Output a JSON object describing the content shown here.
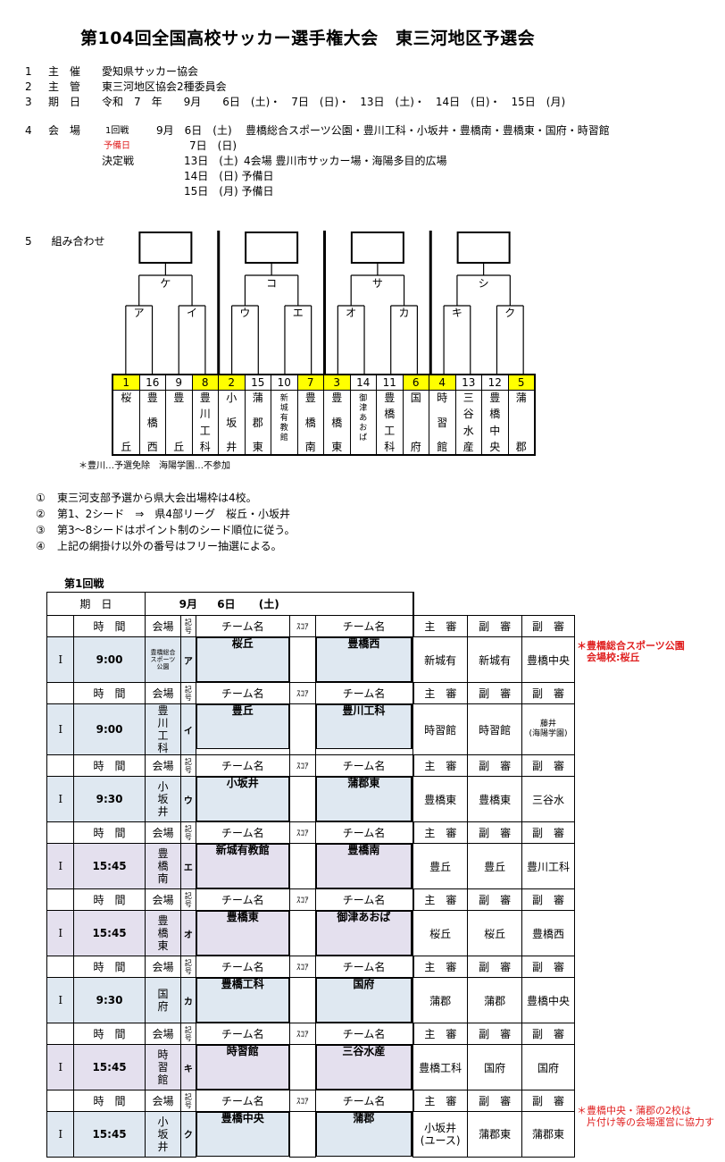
{
  "title": "第104回全国高校サッカー選手権大会　東三河地区予選会",
  "info": [
    {
      "num": "1",
      "label": "主　催",
      "value": "愛知県サッカー協会"
    },
    {
      "num": "2",
      "label": "主　管",
      "value": "東三河地区協会2種委員会"
    },
    {
      "num": "3",
      "label": "期　日",
      "value": "令和　7　年　　9月　　6日　(土)・　7日　(日)・　13日　(土)・　14日　(日)・　15日　(月)"
    }
  ],
  "venue": {
    "num": "4",
    "label": "会　場",
    "round1_label": "1回戦",
    "round1_date": "9月　6日　(土)",
    "round1_places": "豊橋総合スポーツ公園・豊川工科・小坂井・豊橋南・豊橋東・国府・時習館",
    "reserve_label": "予備日",
    "reserve_date": "7日　(日)",
    "final_label": "決定戦",
    "final_date": "13日　(土)",
    "final_places": "4会場 豊川市サッカー場・海陽多目的広場",
    "d14": "14日　(日) 予備日",
    "d15": "15日　(月) 予備日"
  },
  "bracket": {
    "section_num": "5",
    "section_label": "組み合わせ",
    "top_labels": [
      "ケ",
      "コ",
      "サ",
      "シ"
    ],
    "mid_labels": [
      "ア",
      "イ",
      "ウ",
      "エ",
      "オ",
      "カ",
      "キ",
      "ク"
    ],
    "seeds": [
      "1",
      "16",
      "9",
      "8",
      "2",
      "15",
      "10",
      "7",
      "3",
      "14",
      "11",
      "6",
      "4",
      "13",
      "12",
      "5"
    ],
    "seed_highlight": [
      true,
      false,
      false,
      true,
      true,
      false,
      false,
      true,
      true,
      false,
      false,
      true,
      true,
      false,
      false,
      true
    ],
    "teams": [
      [
        "桜",
        "丘"
      ],
      [
        "豊",
        "橋",
        "西"
      ],
      [
        "豊",
        "丘"
      ],
      [
        "豊",
        "川",
        "工",
        "科"
      ],
      [
        "小",
        "坂",
        "井"
      ],
      [
        "蒲",
        "郡",
        "東"
      ],
      [
        "新",
        "城",
        "有",
        "教",
        "館"
      ],
      [
        "豊",
        "橋",
        "南"
      ],
      [
        "豊",
        "橋",
        "東"
      ],
      [
        "御",
        "津",
        "あ",
        "お",
        "ば"
      ],
      [
        "豊",
        "橋",
        "工",
        "科"
      ],
      [
        "国",
        "府"
      ],
      [
        "時",
        "習",
        "館"
      ],
      [
        "三",
        "谷",
        "水",
        "産"
      ],
      [
        "豊",
        "橋",
        "中",
        "央"
      ],
      [
        "蒲",
        "郡"
      ]
    ],
    "note": "＊豊川…予選免除　海陽学園…不参加"
  },
  "rules": [
    {
      "mark": "①",
      "text": "東三河支部予選から県大会出場枠は4校。"
    },
    {
      "mark": "②",
      "text": "第1、2シード　⇒　県4部リーグ　桜丘・小坂井"
    },
    {
      "mark": "③",
      "text": "第3～8シードはポイント制のシード順位に従う。"
    },
    {
      "mark": "④",
      "text": "上記の網掛け以外の番号はフリー抽選による。"
    }
  ],
  "schedule": {
    "section_title": "第1回戦",
    "date_label": "期　日",
    "date_month": "9月",
    "date_day": "6日",
    "date_dow": "(土)",
    "headers": {
      "time": "時　間",
      "venue": "会場",
      "kigo": "記号",
      "team": "チーム名",
      "score": "ｽｺｱ",
      "ref1": "主　審",
      "ref2": "副　審",
      "ref3": "副　審"
    },
    "matches": [
      {
        "round": "I",
        "time": "9:00",
        "venue": [
          "豊橋総合",
          "スポーツ",
          "公園"
        ],
        "kigo": "ア",
        "team_a": "桜丘",
        "team_b": "豊橋西",
        "ref1": "新城有",
        "ref2": "新城有",
        "ref3": "豊橋中央",
        "ref3_sub": ""
      },
      {
        "round": "I",
        "time": "9:00",
        "venue": [
          "豊",
          "川",
          "工",
          "科"
        ],
        "kigo": "イ",
        "team_a": "豊丘",
        "team_b": "豊川工科",
        "ref1": "時習館",
        "ref2": "時習館",
        "ref3": "藤井",
        "ref3_sub": "(海陽学園)"
      },
      {
        "round": "I",
        "time": "9:30",
        "venue": [
          "小",
          "坂",
          "井"
        ],
        "kigo": "ウ",
        "team_a": "小坂井",
        "team_b": "蒲郡東",
        "ref1": "豊橋東",
        "ref2": "豊橋東",
        "ref3": "三谷水",
        "ref3_sub": ""
      },
      {
        "round": "I",
        "time": "15:45",
        "venue": [
          "豊",
          "橋",
          "南"
        ],
        "kigo": "エ",
        "team_a": "新城有教館",
        "team_b": "豊橋南",
        "ref1": "豊丘",
        "ref2": "豊丘",
        "ref3": "豊川工科",
        "ref3_sub": ""
      },
      {
        "round": "I",
        "time": "15:45",
        "venue": [
          "豊",
          "橋",
          "東"
        ],
        "kigo": "オ",
        "team_a": "豊橋東",
        "team_b": "御津あおば",
        "ref1": "桜丘",
        "ref2": "桜丘",
        "ref3": "豊橋西",
        "ref3_sub": ""
      },
      {
        "round": "I",
        "time": "9:30",
        "venue": [
          "国",
          "府"
        ],
        "kigo": "カ",
        "team_a": "豊橋工科",
        "team_b": "国府",
        "ref1": "蒲郡",
        "ref2": "蒲郡",
        "ref3": "豊橋中央",
        "ref3_sub": ""
      },
      {
        "round": "I",
        "time": "15:45",
        "venue": [
          "時",
          "習",
          "館"
        ],
        "kigo": "キ",
        "team_a": "時習館",
        "team_b": "三谷水産",
        "ref1": "豊橋工科",
        "ref2": "国府",
        "ref3": "国府",
        "ref3_sub": ""
      },
      {
        "round": "I",
        "time": "15:45",
        "venue": [
          "小",
          "坂",
          "井"
        ],
        "kigo": "ク",
        "team_a": "豊橋中央",
        "team_b": "蒲郡",
        "ref1": "小坂井\n(ユース)",
        "ref2": "蒲郡東",
        "ref3": "蒲郡東",
        "ref3_sub": ""
      }
    ],
    "note1": [
      "＊豊橋総合スポーツ公園",
      "　会場校:桜丘"
    ],
    "note2": [
      "＊豊橋中央・蒲郡の2校は",
      "　片付け等の会場運営に協力す"
    ]
  },
  "colors": {
    "seed_yellow": "#ffff00",
    "row_blue": "#dfe8f1",
    "row_purple": "#e4e0ee",
    "note_red": "#e02020"
  }
}
